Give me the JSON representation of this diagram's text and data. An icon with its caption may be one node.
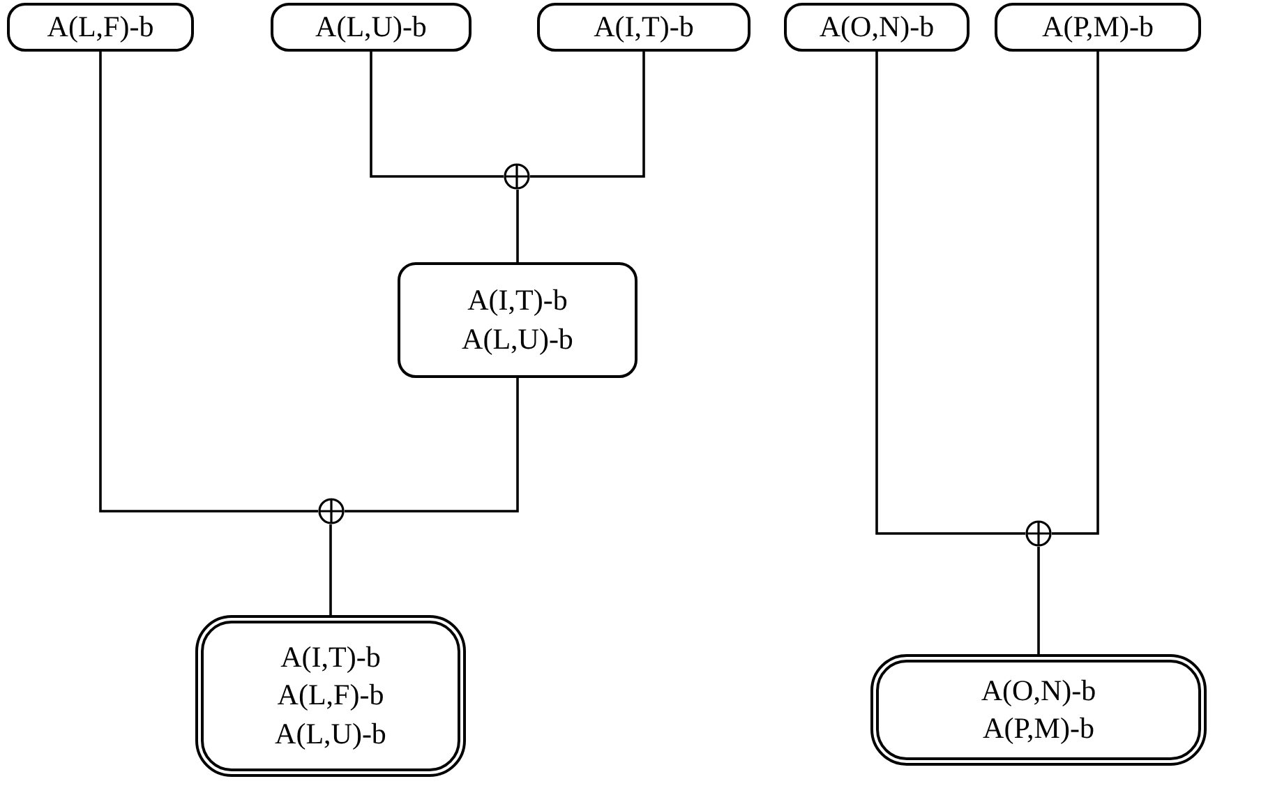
{
  "diagram": {
    "nodes": [
      {
        "text": [
          "A(L,F)-b"
        ]
      },
      {
        "text": [
          "A(L,U)-b"
        ]
      },
      {
        "text": [
          "A(I,T)-b"
        ]
      },
      {
        "text": [
          "A(O,N)-b"
        ]
      },
      {
        "text": [
          "A(P,M)-b"
        ]
      },
      {
        "text": [],
        "shape": "circle"
      },
      {
        "text": [
          "A(I,T)-b",
          "A(L,U)-b"
        ]
      },
      {
        "text": [],
        "shape": "circle"
      },
      {
        "text": [
          "A(I,T)-b",
          "A(L,F)-b",
          "A(L,U)-b"
        ]
      },
      {
        "text": [],
        "shape": "circle"
      },
      {
        "text": [
          "A(O,N)-b",
          "A(P,M)-b"
        ]
      }
    ],
    "edges": [
      {
        "from": 1,
        "to": 5,
        "arrow": "none"
      },
      {
        "from": 2,
        "to": 5,
        "arrow": "none"
      },
      {
        "from": 5,
        "to": 6,
        "arrow": "none"
      },
      {
        "from": 0,
        "to": 7,
        "arrow": "none"
      },
      {
        "from": 6,
        "to": 7,
        "arrow": "none"
      },
      {
        "from": 7,
        "to": 8,
        "arrow": "none"
      },
      {
        "from": 3,
        "to": 9,
        "arrow": "none"
      },
      {
        "from": 4,
        "to": 9,
        "arrow": "none"
      },
      {
        "from": 9,
        "to": 10,
        "arrow": "none"
      }
    ]
  }
}
